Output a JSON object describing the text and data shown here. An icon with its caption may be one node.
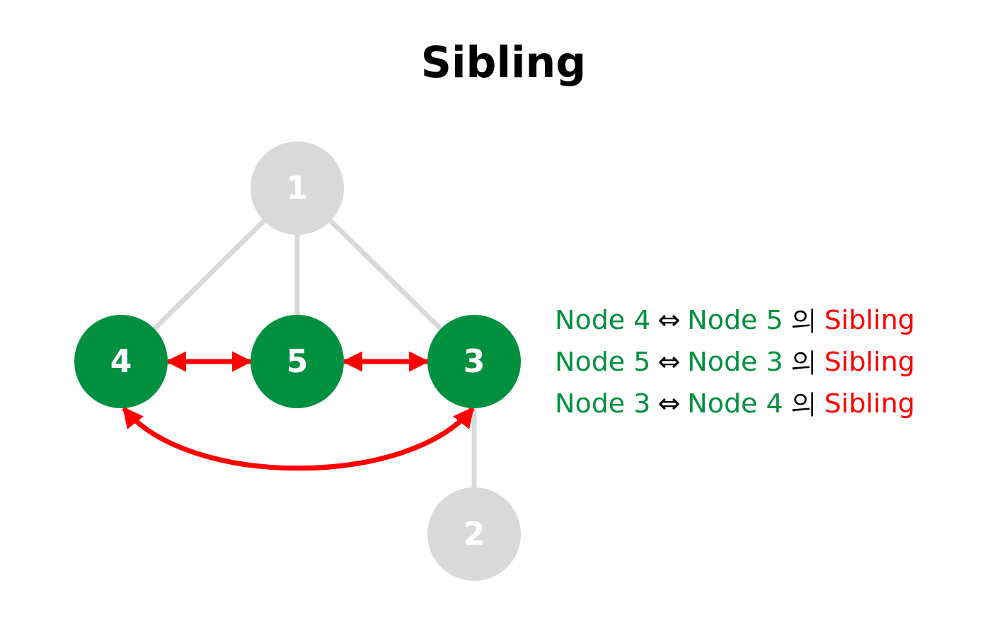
{
  "diagram": {
    "title": "Sibling",
    "nodes": [
      {
        "text": [
          "1"
        ]
      },
      {
        "text": [
          "4"
        ]
      },
      {
        "text": [
          "5"
        ]
      },
      {
        "text": [
          "3"
        ]
      },
      {
        "text": [
          "2"
        ]
      }
    ],
    "edges": [
      {
        "from": 0,
        "to": 1,
        "arrow": "none"
      },
      {
        "from": 0,
        "to": 2,
        "arrow": "none"
      },
      {
        "from": 0,
        "to": 3,
        "arrow": "none"
      },
      {
        "from": 3,
        "to": 4,
        "arrow": "none"
      },
      {
        "from": 1,
        "to": 2,
        "arrow": "both",
        "color": "#ff0000"
      },
      {
        "from": 2,
        "to": 3,
        "arrow": "both",
        "color": "#ff0000"
      },
      {
        "from": 1,
        "to": 3,
        "arrow": "both",
        "color": "#ff0000"
      }
    ],
    "labels": [
      "Node 4",
      "⇔",
      "Node 5",
      "의",
      "Sibling",
      "Node 5",
      "⇔",
      "Node 3",
      "의",
      "Sibling",
      "Node 3",
      "⇔",
      "Node 4",
      "의",
      "Sibling"
    ]
  }
}
